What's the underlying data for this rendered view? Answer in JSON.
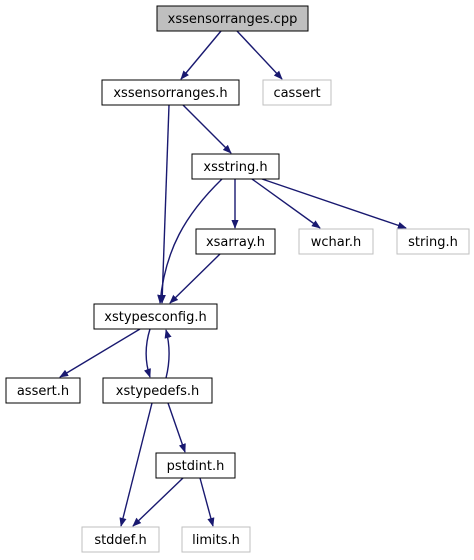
{
  "diagram": {
    "nodes": [
      {
        "id": "xssensorranges_cpp",
        "label": "xssensorranges.cpp",
        "style": "root"
      },
      {
        "id": "xssensorranges_h",
        "label": "xssensorranges.h",
        "style": "local"
      },
      {
        "id": "cassert",
        "label": "cassert",
        "style": "system"
      },
      {
        "id": "xsstring_h",
        "label": "xsstring.h",
        "style": "local"
      },
      {
        "id": "xsarray_h",
        "label": "xsarray.h",
        "style": "local"
      },
      {
        "id": "wchar_h",
        "label": "wchar.h",
        "style": "system"
      },
      {
        "id": "string_h",
        "label": "string.h",
        "style": "system"
      },
      {
        "id": "xstypesconfig_h",
        "label": "xstypesconfig.h",
        "style": "local"
      },
      {
        "id": "assert_h",
        "label": "assert.h",
        "style": "local"
      },
      {
        "id": "xstypedefs_h",
        "label": "xstypedefs.h",
        "style": "local"
      },
      {
        "id": "pstdint_h",
        "label": "pstdint.h",
        "style": "local"
      },
      {
        "id": "stddef_h",
        "label": "stddef.h",
        "style": "system"
      },
      {
        "id": "limits_h",
        "label": "limits.h",
        "style": "system"
      }
    ],
    "edges": [
      {
        "from": "xssensorranges_cpp",
        "to": "xssensorranges_h"
      },
      {
        "from": "xssensorranges_cpp",
        "to": "cassert"
      },
      {
        "from": "xssensorranges_h",
        "to": "xsstring_h"
      },
      {
        "from": "xssensorranges_h",
        "to": "xstypesconfig_h"
      },
      {
        "from": "xsstring_h",
        "to": "xsarray_h"
      },
      {
        "from": "xsstring_h",
        "to": "wchar_h"
      },
      {
        "from": "xsstring_h",
        "to": "string_h"
      },
      {
        "from": "xsstring_h",
        "to": "xstypesconfig_h"
      },
      {
        "from": "xsarray_h",
        "to": "xstypesconfig_h"
      },
      {
        "from": "xstypesconfig_h",
        "to": "assert_h"
      },
      {
        "from": "xstypesconfig_h",
        "to": "xstypedefs_h"
      },
      {
        "from": "xstypedefs_h",
        "to": "xstypesconfig_h"
      },
      {
        "from": "xstypedefs_h",
        "to": "pstdint_h"
      },
      {
        "from": "xstypedefs_h",
        "to": "stddef_h"
      },
      {
        "from": "pstdint_h",
        "to": "stddef_h"
      },
      {
        "from": "pstdint_h",
        "to": "limits_h"
      }
    ],
    "colors": {
      "edge": "#191970",
      "root_fill": "#bfbfbf",
      "local_stroke": "#000000",
      "system_stroke": "#bfbfbf",
      "text": "#000000"
    }
  }
}
